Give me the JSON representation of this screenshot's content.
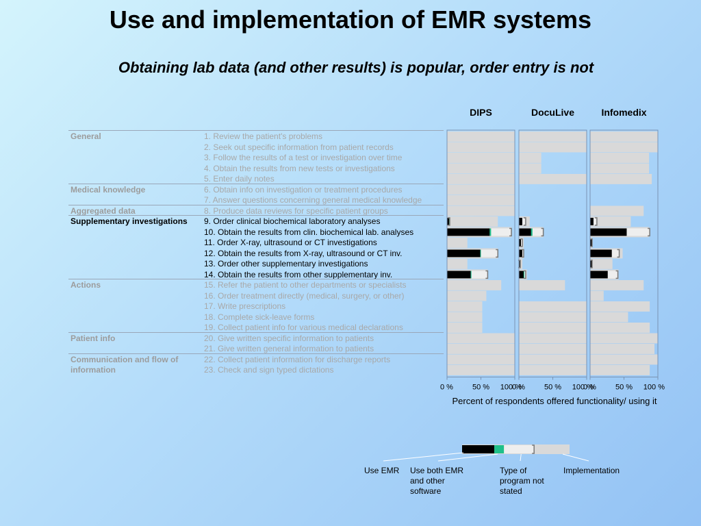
{
  "header": {
    "title": "Use and implementation of EMR systems",
    "subtitle": "Obtaining lab data (and other results) is popular, order entry is not"
  },
  "groups": [
    {
      "label": "General",
      "first_item": 1,
      "active": false
    },
    {
      "label": "Medical knowledge",
      "first_item": 6,
      "active": false
    },
    {
      "label": "Aggregated data",
      "first_item": 8,
      "active": false
    },
    {
      "label": "Supplementary investigations",
      "first_item": 9,
      "active": true
    },
    {
      "label": "Actions",
      "first_item": 15,
      "active": false
    },
    {
      "label": "Patient info",
      "first_item": 20,
      "active": false
    },
    {
      "label": "Communication and flow of information",
      "first_item": 22,
      "active": false
    }
  ],
  "chart_data": {
    "type": "bar",
    "orientation": "horizontal",
    "axis_label": "Percent of respondents offered functionality/ using it",
    "xlim": [
      0,
      100
    ],
    "tick_labels": [
      "0 %",
      "50 %",
      "100 %"
    ],
    "panels": [
      "DIPS",
      "DocuLive",
      "Infomedix"
    ],
    "series_names": [
      "Use EMR",
      "Use both EMR and other software",
      "Type of program not stated",
      "Implementation"
    ],
    "colors": {
      "use_emr": "#000000",
      "both": "#1fc08a",
      "not_stated": "#eeeeee",
      "implementation": "#d9d9d9",
      "bracket": "#777777"
    },
    "highlight_items": [
      9,
      14
    ],
    "categories": [
      "1. Review the patient's problems",
      "2. Seek out specific information from patient records",
      "3. Follow the results of a test or investigation over time",
      "4. Obtain the results from new tests or investigations",
      "5. Enter daily notes",
      "6. Obtain info on investigation or treatment procedures",
      "7. Answer questions concerning general medical knowledge",
      "8. Produce data reviews for specific patient groups",
      "9. Order clinical biochemical laboratory analyses",
      "10. Obtain the results from clin. biochemical lab. analyses",
      "11. Order X-ray, ultrasound or CT investigations",
      "12. Obtain the results from X-ray, ultrasound or CT inv.",
      "13. Order other supplementary investigations",
      "14. Obtain the results from other supplementary inv.",
      "15. Refer the patient to other departments or specialists",
      "16. Order treatment directly (medical, surgery, or other)",
      "17. Write prescriptions",
      "18. Complete sick-leave forms",
      "19. Collect patient info for various medical declarations",
      "20. Give written specific information to patients",
      "21. Give written general information to patients",
      "22. Collect patient information for discharge reports",
      "23. Check and sign typed dictations"
    ],
    "implementation": {
      "DIPS": [
        100,
        100,
        100,
        100,
        100,
        100,
        100,
        100,
        75,
        95,
        30,
        75,
        30,
        60,
        80,
        58,
        52,
        52,
        52,
        100,
        100,
        100,
        100
      ],
      "DocuLive": [
        100,
        100,
        33,
        33,
        100,
        0,
        0,
        0,
        16,
        36,
        7,
        7,
        5,
        12,
        68,
        0,
        100,
        100,
        100,
        100,
        100,
        100,
        100
      ],
      "Infomedix": [
        100,
        100,
        87,
        87,
        91,
        0,
        0,
        79,
        60,
        87,
        3,
        48,
        33,
        42,
        79,
        20,
        88,
        56,
        88,
        100,
        95,
        100,
        88
      ]
    },
    "use_emr": {
      "DIPS": [
        0,
        0,
        0,
        0,
        0,
        0,
        0,
        0,
        3,
        63,
        0,
        49,
        0,
        35,
        0,
        0,
        0,
        0,
        0,
        0,
        0,
        0,
        0
      ],
      "DocuLive": [
        0,
        0,
        0,
        0,
        0,
        0,
        0,
        0,
        5,
        18,
        3,
        5,
        2,
        7,
        0,
        0,
        0,
        0,
        0,
        0,
        0,
        0,
        0
      ],
      "Infomedix": [
        0,
        0,
        0,
        0,
        0,
        0,
        0,
        0,
        5,
        54,
        3,
        32,
        3,
        26,
        0,
        0,
        0,
        0,
        0,
        0,
        0,
        0,
        0
      ]
    },
    "both": {
      "DIPS": [
        0,
        0,
        0,
        0,
        0,
        0,
        0,
        0,
        1,
        2,
        0,
        1,
        0,
        1,
        0,
        0,
        0,
        0,
        0,
        0,
        0,
        0,
        0
      ],
      "DocuLive": [
        0,
        0,
        0,
        0,
        0,
        0,
        0,
        0,
        0,
        2,
        0,
        0,
        0,
        1,
        0,
        0,
        0,
        0,
        0,
        0,
        0,
        0,
        0
      ],
      "Infomedix": [
        0,
        0,
        0,
        0,
        0,
        0,
        0,
        0,
        0,
        0,
        0,
        0,
        0,
        0,
        0,
        0,
        0,
        0,
        0,
        0,
        0,
        0,
        0
      ]
    },
    "not_stated": {
      "DIPS": [
        0,
        0,
        0,
        0,
        0,
        0,
        0,
        0,
        0,
        30,
        0,
        25,
        0,
        24,
        0,
        0,
        0,
        0,
        0,
        0,
        0,
        0,
        0
      ],
      "DocuLive": [
        0,
        0,
        0,
        0,
        0,
        0,
        0,
        0,
        5,
        16,
        2,
        2,
        0,
        2,
        0,
        0,
        0,
        0,
        0,
        0,
        0,
        0,
        0
      ],
      "Infomedix": [
        0,
        0,
        0,
        0,
        0,
        0,
        0,
        0,
        5,
        34,
        0,
        11,
        0,
        15,
        0,
        0,
        0,
        0,
        0,
        0,
        0,
        0,
        0
      ]
    }
  },
  "legend": {
    "labels": {
      "use_emr": "Use EMR",
      "both_line1": "Use both EMR",
      "both_line2": "and other",
      "both_line3": "software",
      "not_stated_line1": "Type of",
      "not_stated_line2": "program not",
      "not_stated_line3": "stated",
      "implementation": "Implementation"
    },
    "sample": {
      "use_emr": 30,
      "both": 9,
      "not_stated": 28,
      "implementation": 33
    }
  }
}
